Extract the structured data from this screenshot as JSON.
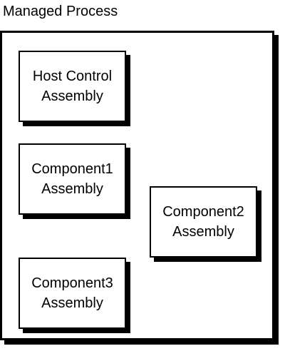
{
  "diagram": {
    "title": "Managed Process",
    "boxes": [
      {
        "line1": "Host Control",
        "line2": "Assembly"
      },
      {
        "line1": "Component1",
        "line2": "Assembly"
      },
      {
        "line1": "Component2",
        "line2": "Assembly"
      },
      {
        "line1": "Component3",
        "line2": "Assembly"
      }
    ]
  }
}
